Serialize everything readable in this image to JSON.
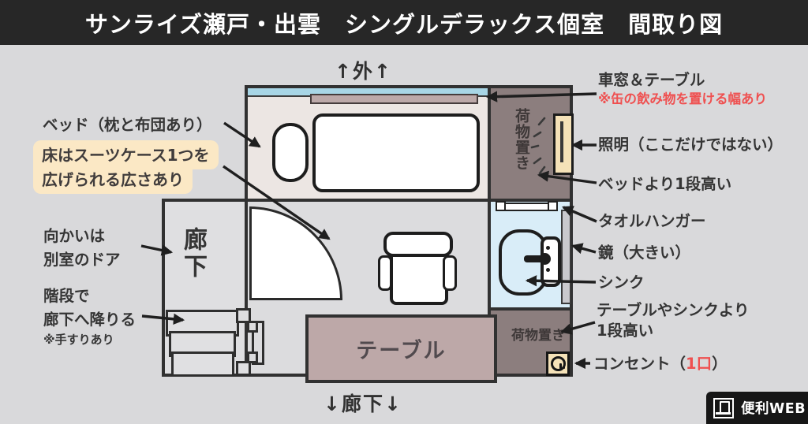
{
  "title": "サンライズ瀬戸・出雲　シングルデラックス個室　間取り図",
  "plan": {
    "outside_label": "↑外↑",
    "corridor_bottom_label": "↓廊下↓",
    "corridor_label": "廊下",
    "luggage_top_label": "荷物置き",
    "luggage_bottom_label": "荷物置き",
    "table_label": "テーブル"
  },
  "annotations": {
    "bed": "ベッド（枕と布団あり）",
    "suitcase_line1": "床はスーツケース1つを",
    "suitcase_line2": "広げられる広さあり",
    "opposite_door_line1": "向かいは",
    "opposite_door_line2": "別室のドア",
    "stairs_line1": "階段で",
    "stairs_line2": "廊下へ降りる",
    "stairs_note": "※手すりあり",
    "window_table": "車窓＆テーブル",
    "window_table_note": "※缶の飲み物を置ける幅あり",
    "lighting": "照明（ここだけではない）",
    "above_bed": "ベッドより1段高い",
    "towel_hanger": "タオルハンガー",
    "mirror": "鏡（大きい）",
    "sink": "シンク",
    "above_table_line1": "テーブルやシンクより",
    "above_table_line2": "1段高い",
    "outlet_prefix": "コンセント（",
    "outlet_count": "1口",
    "outlet_suffix": "）"
  },
  "logo": {
    "text": "便利WEB"
  },
  "colors": {
    "title_bg": "#272727",
    "page_bg": "#d9d9db",
    "wall": "#313131",
    "bedroom_floor": "#ece6e3",
    "luggage_taupe": "#8c7e7e",
    "sink_blue": "#d9edf8",
    "window_blue": "#a8d6e6",
    "table_mauve": "#bda8a8",
    "lamp_beige": "#f5e2b8",
    "highlight_bg": "#fbe8c5",
    "note_red": "#ef5050"
  }
}
